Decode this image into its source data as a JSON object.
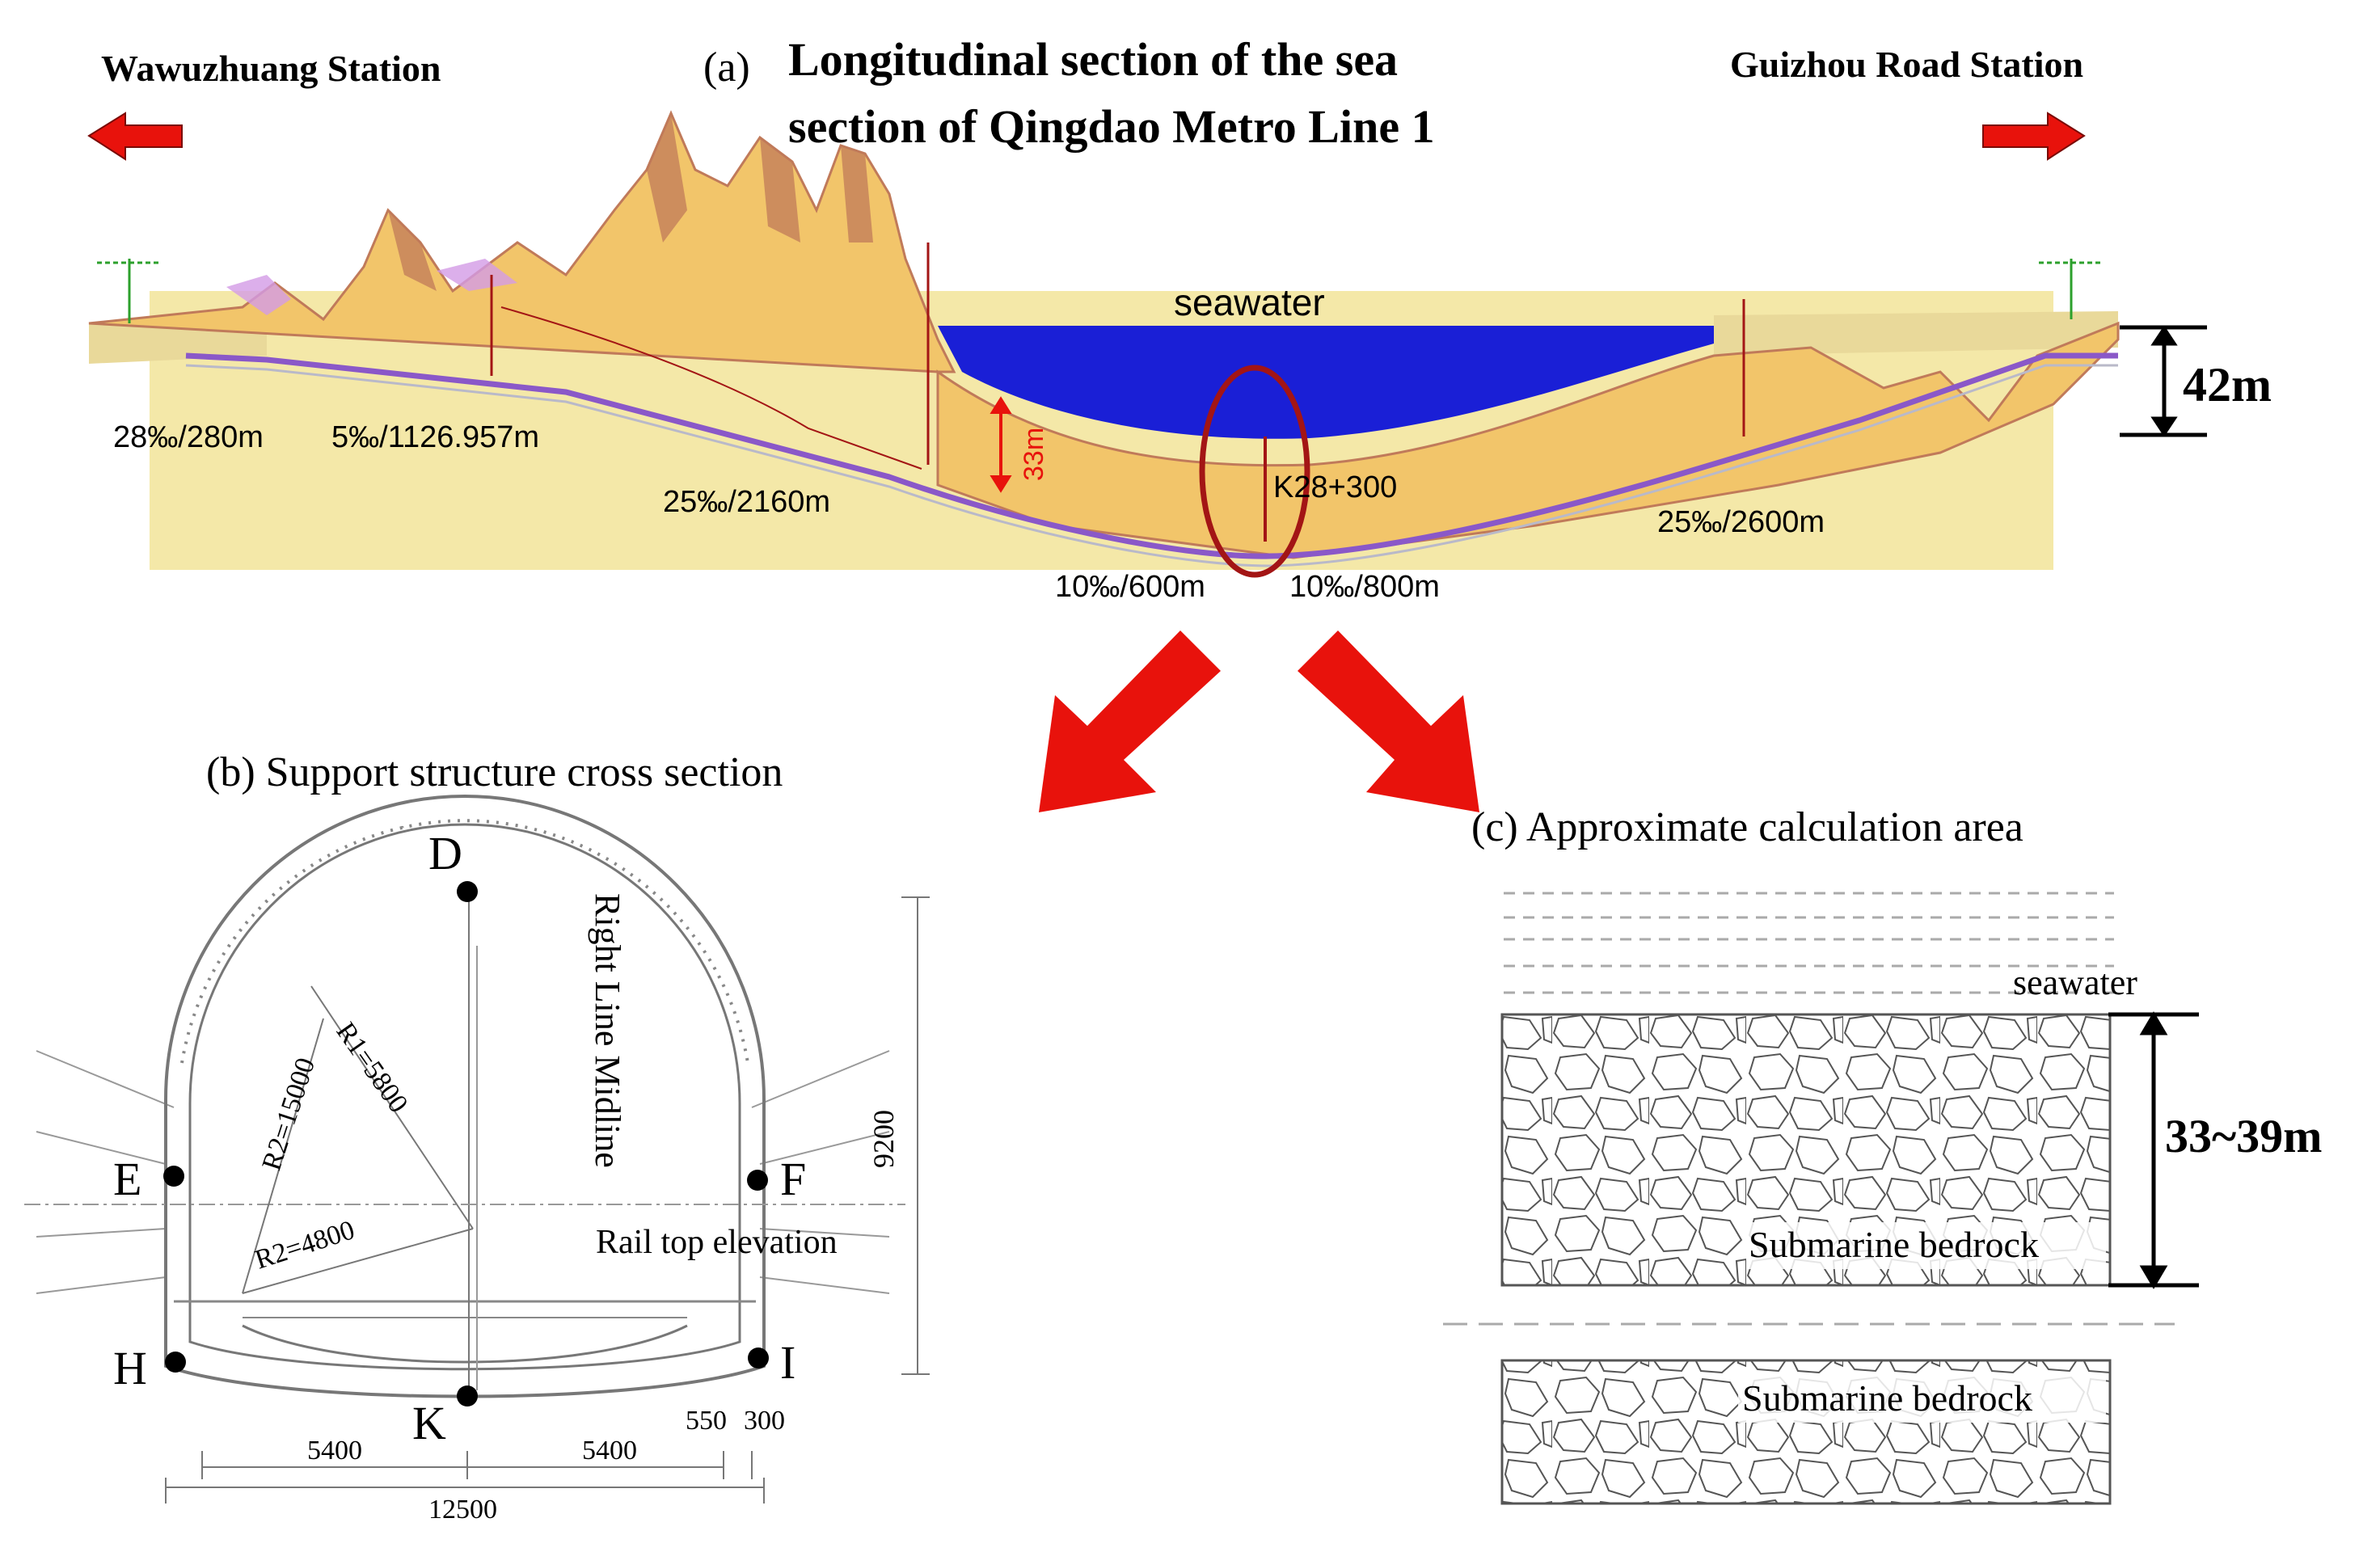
{
  "panel_a": {
    "prefix": "(a)",
    "title_line1": "Longitudinal section of the sea",
    "title_line2": "section of Qingdao Metro Line 1",
    "left_station": "Wawuzhuang Station",
    "right_station": "Guizhou Road Station",
    "seawater": "seawater",
    "depth_label": "42m",
    "cover_label": "33m",
    "chainage": "K28+300",
    "gradients": [
      "28‰/280m",
      "5‰/1126.957m",
      "25‰/2160m",
      "10‰/600m",
      "10‰/800m",
      "25‰/2600m"
    ]
  },
  "panel_b": {
    "title": "(b) Support structure cross section",
    "points": {
      "D": "D",
      "E": "E",
      "F": "F",
      "H": "H",
      "I": "I",
      "K": "K"
    },
    "midline": "Right Line Midline",
    "rail": "Rail top elevation",
    "radii": [
      "R1=5800",
      "R2=15000",
      "R2=4800"
    ],
    "height": "9200",
    "dims": [
      "5400",
      "5400",
      "550",
      "300",
      "12500"
    ]
  },
  "panel_c": {
    "title": "(c) Approximate calculation area",
    "seawater": "seawater",
    "bedrock_upper": "Submarine bedrock",
    "bedrock_lower": "Submarine bedrock",
    "range": "33~39m"
  },
  "colors": {
    "arrow": "#e8120c",
    "sea": "#1a1fd6",
    "soil": "#f4e8a8",
    "rock_orange": "#f2c56a",
    "rock_brown": "#c07a5a",
    "marker": "#a31515",
    "tunnel": "#8a58c8"
  }
}
